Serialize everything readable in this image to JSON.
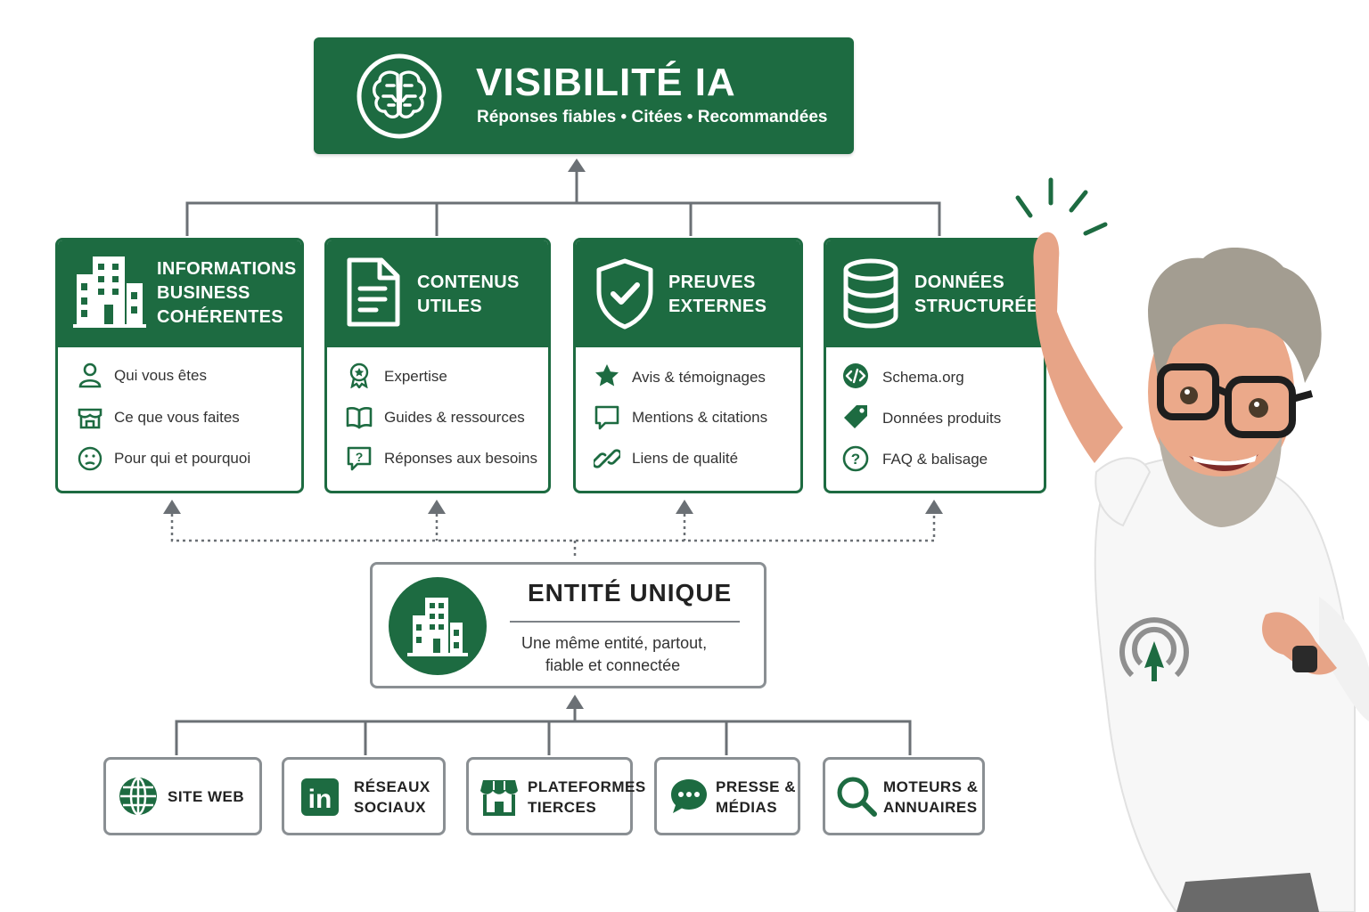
{
  "colors": {
    "brand_green": "#1d6b41",
    "connector_gray": "#6b7075",
    "box_border": "#8a8f93"
  },
  "header": {
    "title": "VISIBILITÉ IA",
    "subtitle": "Réponses fiables • Citées • Recommandées",
    "icon": "brain-icon"
  },
  "pillars": [
    {
      "title": [
        "INFORMATIONS",
        "BUSINESS",
        "COHÉRENTES"
      ],
      "icon": "building-icon",
      "items": [
        {
          "label": "Qui vous êtes",
          "icon": "person-icon"
        },
        {
          "label": "Ce que vous faites",
          "icon": "storefront-icon"
        },
        {
          "label": "Pour qui et pourquoi",
          "icon": "face-icon"
        }
      ]
    },
    {
      "title": [
        "CONTENUS",
        "UTILES"
      ],
      "icon": "document-icon",
      "items": [
        {
          "label": "Expertise",
          "icon": "award-icon"
        },
        {
          "label": "Guides & ressources",
          "icon": "book-icon"
        },
        {
          "label": "Réponses aux besoins",
          "icon": "question-bubble-icon"
        }
      ]
    },
    {
      "title": [
        "PREUVES",
        "EXTERNES"
      ],
      "icon": "shield-check-icon",
      "items": [
        {
          "label": "Avis & témoignages",
          "icon": "star-icon"
        },
        {
          "label": "Mentions & citations",
          "icon": "chat-icon"
        },
        {
          "label": "Liens de qualité",
          "icon": "link-icon"
        }
      ]
    },
    {
      "title": [
        "DONNÉES",
        "STRUCTURÉES"
      ],
      "icon": "database-icon",
      "items": [
        {
          "label": "Schema.org",
          "icon": "code-icon"
        },
        {
          "label": "Données produits",
          "icon": "tag-icon"
        },
        {
          "label": "FAQ & balisage",
          "icon": "help-circle-icon"
        }
      ]
    }
  ],
  "entity": {
    "title": "ENTITÉ UNIQUE",
    "description": [
      "Une même entité, partout,",
      "fiable et connectée"
    ],
    "icon": "building-icon"
  },
  "sources": [
    {
      "label": [
        "SITE WEB"
      ],
      "icon": "globe-icon"
    },
    {
      "label": [
        "RÉSEAUX",
        "SOCIAUX"
      ],
      "icon": "linkedin-icon"
    },
    {
      "label": [
        "PLATEFORMES",
        "TIERCES"
      ],
      "icon": "shop-icon"
    },
    {
      "label": [
        "PRESSE &",
        "MÉDIAS"
      ],
      "icon": "speech-bubble-icon"
    },
    {
      "label": [
        "MOTEURS &",
        "ANNUAIRES"
      ],
      "icon": "magnifier-icon"
    }
  ]
}
